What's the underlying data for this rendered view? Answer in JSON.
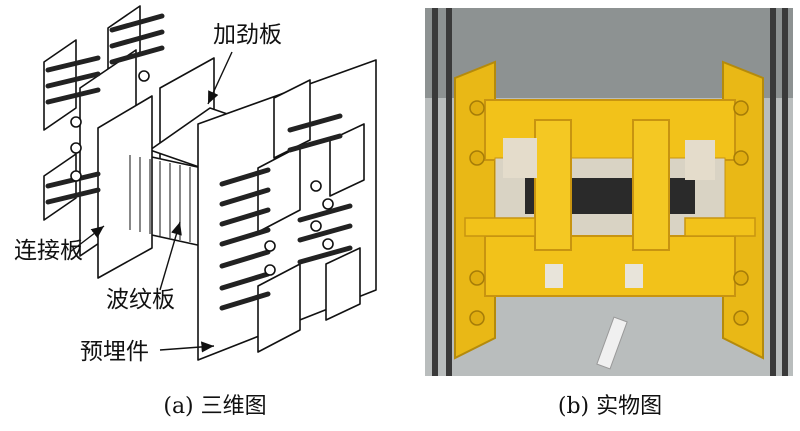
{
  "labels": {
    "stiffener": "加劲板",
    "connector": "连接板",
    "corrugated": "波纹板",
    "embedded": "预埋件"
  },
  "captions": {
    "a": "(a) 三维图",
    "b": "(b) 实物图"
  },
  "colors": {
    "line": "#111111",
    "rod": "#222222",
    "yellow": "#f2c21a",
    "yellow_dark": "#c89410",
    "rebar": "#3a3a3a",
    "floor": "#b9bdbd"
  }
}
